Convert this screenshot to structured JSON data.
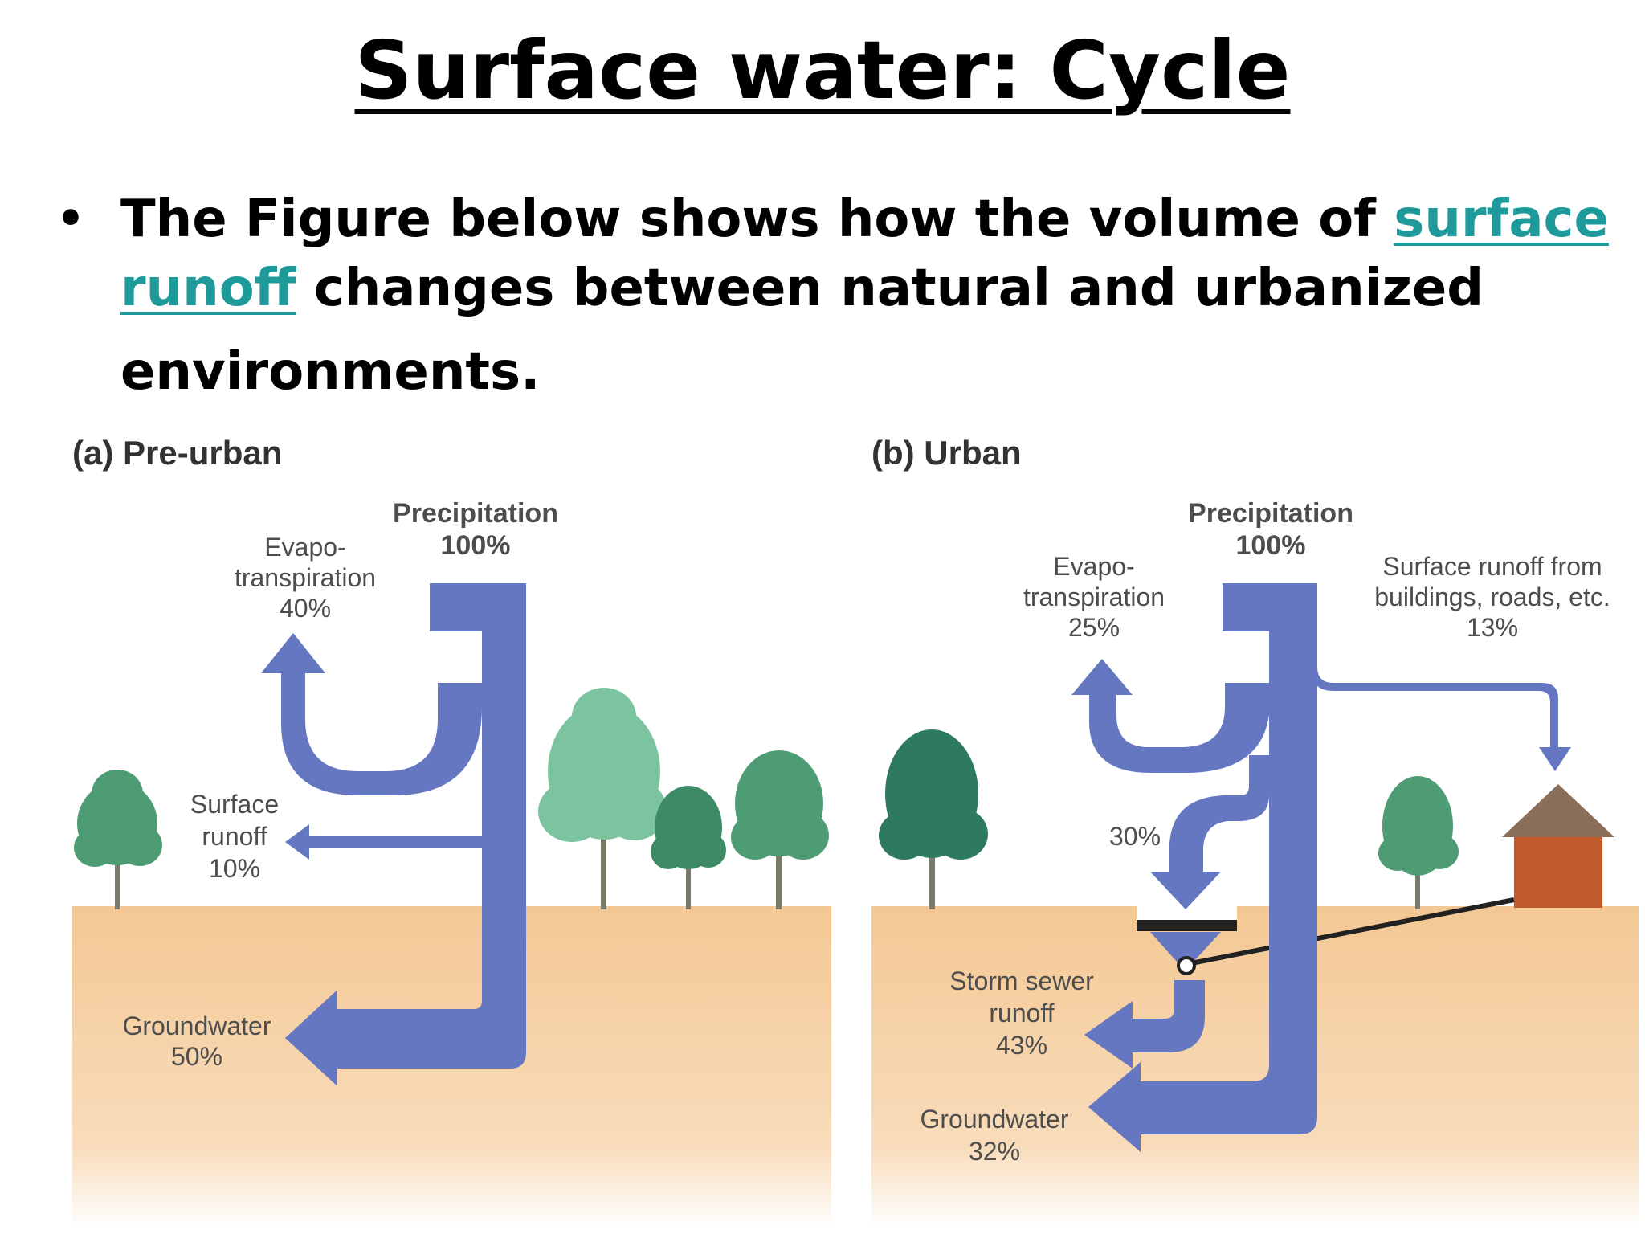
{
  "slide": {
    "title": "Surface water: Cycle",
    "bullet": {
      "line1_prefix": "The Figure below shows how the volume of ",
      "link_word1": "surface",
      "link_word2": "runoff",
      "line2_rest": " changes between natural and urbanized",
      "line3": "environments."
    }
  },
  "figure": {
    "panel_a": {
      "title": "(a) Pre-urban",
      "precipitation": {
        "label": "Precipitation",
        "value": "100%"
      },
      "evapotranspiration": {
        "line1": "Evapo-",
        "line2": "transpiration",
        "value": "40%"
      },
      "surface_runoff": {
        "line1": "Surface",
        "line2": "runoff",
        "value": "10%"
      },
      "groundwater": {
        "label": "Groundwater",
        "value": "50%"
      }
    },
    "panel_b": {
      "title": "(b) Urban",
      "precipitation": {
        "label": "Precipitation",
        "value": "100%"
      },
      "evapotranspiration": {
        "line1": "Evapo-",
        "line2": "transpiration",
        "value": "25%"
      },
      "surface_runoff": {
        "line1": "Surface runoff from",
        "line2": "buildings, roads, etc.",
        "value": "13%"
      },
      "to_sewer": {
        "value": "30%"
      },
      "storm_sewer": {
        "line1": "Storm sewer",
        "line2": "runoff",
        "value": "43%"
      },
      "groundwater": {
        "label": "Groundwater",
        "value": "32%"
      }
    },
    "colors": {
      "flow": "#6577c0",
      "ground": "#f4c894",
      "tree_dark": "#2e7a5e",
      "tree_light": "#5faa84",
      "house_wall": "#bf5a2c",
      "house_roof": "#8a6e5a"
    }
  }
}
